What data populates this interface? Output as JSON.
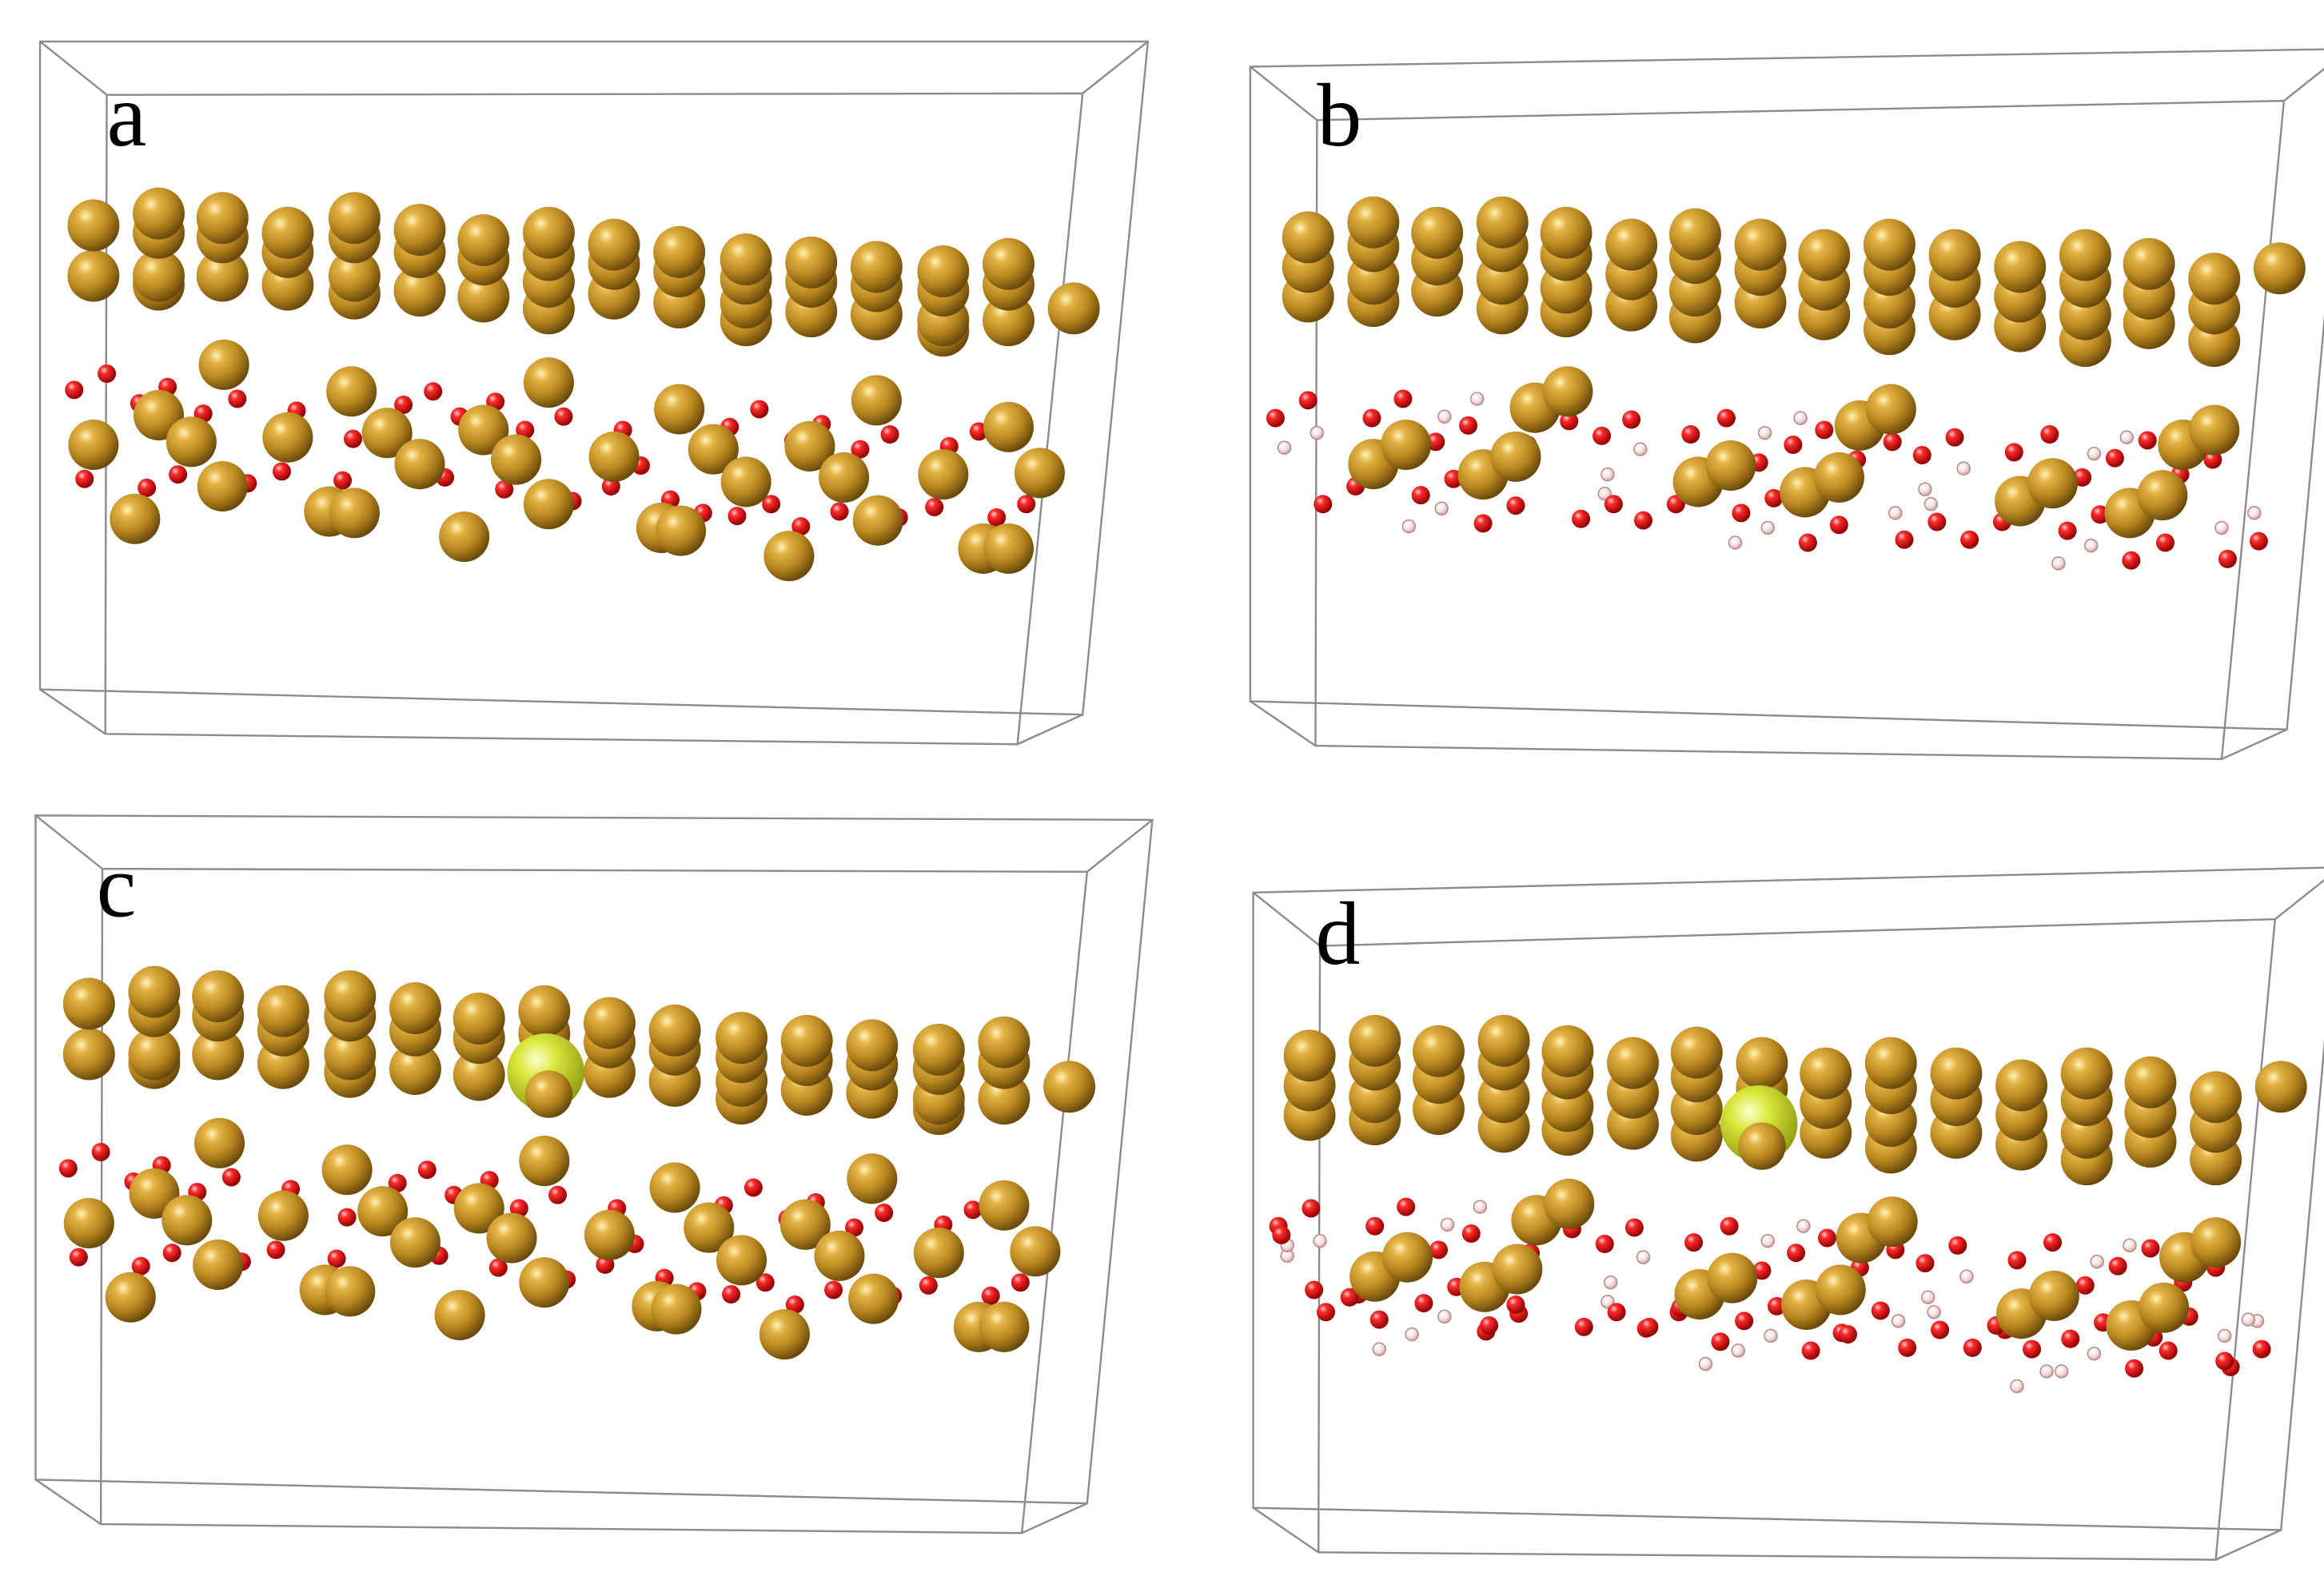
{
  "figure": {
    "panels": [
      {
        "id": "a",
        "label": "a",
        "substrate": "oxidized",
        "solvent_shown": false,
        "dopant": false
      },
      {
        "id": "b",
        "label": "b",
        "substrate": "oxidized",
        "solvent_shown": true,
        "dopant": false
      },
      {
        "id": "c",
        "label": "c",
        "substrate": "oxidized",
        "solvent_shown": false,
        "dopant": true
      },
      {
        "id": "d",
        "label": "d",
        "substrate": "oxidized",
        "solvent_shown": true,
        "dopant": true
      }
    ],
    "colors": {
      "metal_atom": "#b8861f",
      "oxygen_atom": "#e00000",
      "hydrogen_atom": "#f2d0d0",
      "dopant_atom": "#d7e836",
      "cell_edge": "#8c8c8c",
      "background": "#ffffff"
    }
  }
}
